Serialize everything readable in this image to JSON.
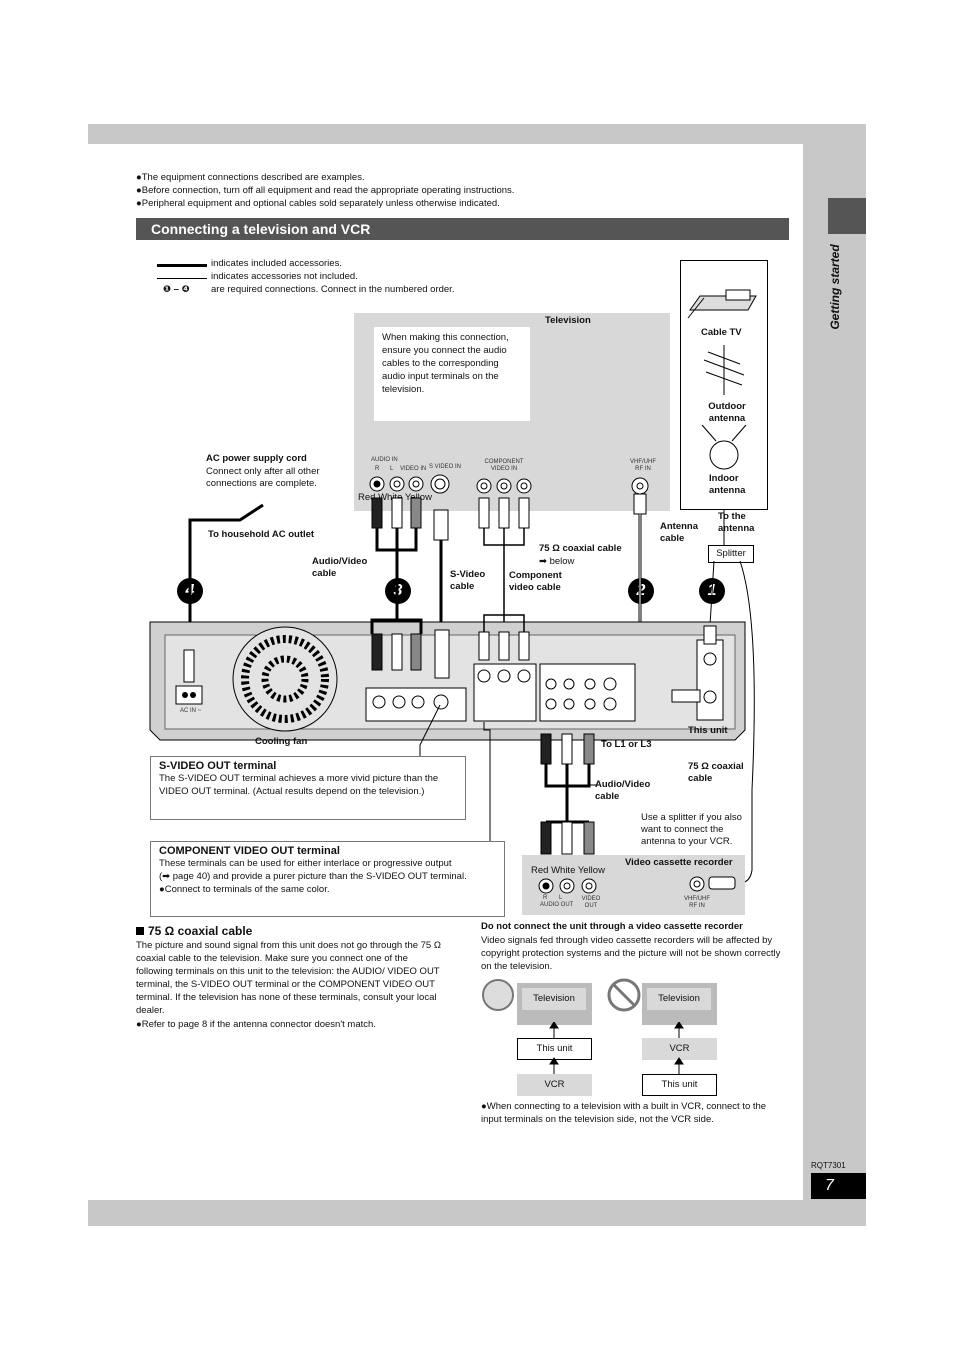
{
  "notes": [
    "●The equipment connections described are examples.",
    "●Before connection, turn off all equipment and read the appropriate operating instructions.",
    "●Peripheral equipment and optional cables sold separately unless otherwise indicated."
  ],
  "section_title": "Connecting a television and VCR",
  "side_label": "Getting started",
  "legend": {
    "included": "indicates included accessories.",
    "not_included": "indicates accessories not included.",
    "order_symbol": "❶ – ❹",
    "order": "are required connections. Connect in the numbered order."
  },
  "callout": "When making this connection, ensure you connect the audio cables to the corresponding audio input terminals on the television.",
  "television_label": "Television",
  "tv_terminals": {
    "audio_in": "AUDIO IN",
    "r": "R",
    "l": "L",
    "video_in": "VIDEO IN",
    "svideo_in": "S VIDEO IN",
    "component_video_in": "COMPONENT VIDEO IN",
    "vhf_uhf_rf_in": "VHF/UHF RF IN"
  },
  "antenna": {
    "cable_tv": "Cable TV",
    "outdoor_antenna": "Outdoor antenna",
    "indoor_antenna": "Indoor antenna",
    "to_the_antenna": "To the antenna",
    "antenna_cable": "Antenna cable",
    "splitter": "Splitter"
  },
  "ac_power": {
    "title": "AC power supply cord",
    "text": "Connect only after all other connections are complete.",
    "outlet": "To household AC outlet"
  },
  "cables": {
    "red_white_yellow": "Red White Yellow",
    "audio_video_cable": "Audio/Video cable",
    "svideo_cable": "S-Video cable",
    "component_video_cable": "Component video cable",
    "coax_cable": "75 Ω coaxial cable",
    "coax_below": "➡ below",
    "coax_cable2": "75 Ω coaxial cable",
    "to_l1_l3": "To L1 or L3",
    "audio_video_cable2": "Audio/Video cable"
  },
  "steps": [
    "4",
    "3",
    "2",
    "1"
  ],
  "unit_labels": {
    "cooling_fan": "Cooling fan",
    "this_unit": "This unit",
    "ac_in": "AC IN ~"
  },
  "svideo_out": {
    "title": "S-VIDEO OUT terminal",
    "text": "The S-VIDEO OUT terminal achieves a more vivid picture than the VIDEO OUT terminal. (Actual results depend on the television.)"
  },
  "component_out": {
    "title": "COMPONENT VIDEO OUT terminal",
    "text1": "These terminals can be used for either interlace or progressive output",
    "text2": "(➡ page 40) and provide a purer picture than the S-VIDEO OUT terminal.",
    "text3": "●Connect to terminals of the same color."
  },
  "splitter_note": "Use a splitter if you also want to connect the antenna to your VCR.",
  "vcr": {
    "label": "Video cassette recorder",
    "r_l": "R       L",
    "audio_out": "AUDIO OUT",
    "video_out": "VIDEO OUT",
    "rf_in": "VHF/UHF RF IN"
  },
  "coax_section": {
    "heading": "75 Ω coaxial cable",
    "text": "The picture and sound signal from this unit does not go through the 75 Ω coaxial cable to the television. Make sure you connect one of the following terminals on this unit to the television: the AUDIO/ VIDEO OUT terminal, the S-VIDEO OUT terminal or the COMPONENT VIDEO OUT terminal. If the television has none of these terminals, consult your local dealer.",
    "note": "●Refer to page 8 if the antenna connector doesn't match."
  },
  "vcr_warning": {
    "heading": "Do not connect the unit through a video cassette recorder",
    "text": "Video signals fed through video cassette recorders will be affected by copyright protection systems and the picture will not be shown correctly on the television."
  },
  "flow_ok": [
    "Television",
    "This unit",
    "VCR"
  ],
  "flow_ng": [
    "Television",
    "VCR",
    "This unit"
  ],
  "builtin_note": "●When connecting to a television with a built in VCR, connect to the input terminals on the television side, not the VCR side.",
  "doc_code": "RQT7301",
  "page_number": "7"
}
